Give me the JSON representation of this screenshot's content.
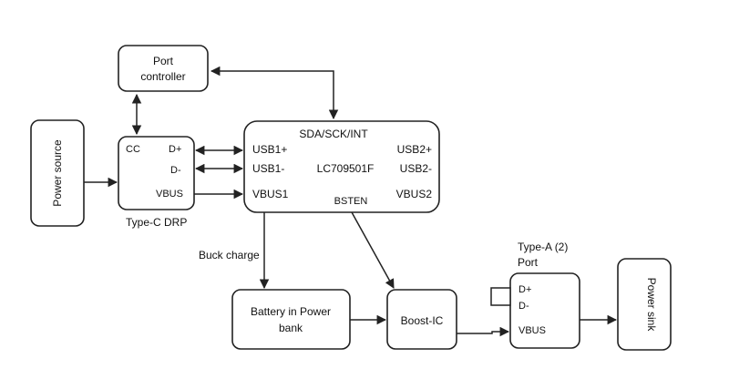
{
  "blocks": {
    "port_controller": {
      "line1": "Port",
      "line2": "controller"
    },
    "power_source": {
      "label": "Power source"
    },
    "type_c": {
      "cc": "CC",
      "dp": "D+",
      "dm": "D-",
      "vbus": "VBUS",
      "caption": "Type-C DRP"
    },
    "lc709501f": {
      "top": "SDA/SCK/INT",
      "name": "LC709501F",
      "usb1p": "USB1+",
      "usb1m": "USB1-",
      "vbus1": "VBUS1",
      "usb2p": "USB2+",
      "usb2m": "USB2-",
      "vbus2": "VBUS2",
      "bsten": "BSTEN"
    },
    "battery": {
      "line1": "Battery in Power",
      "line2": "bank"
    },
    "boost": {
      "label": "Boost-IC"
    },
    "type_a": {
      "caption1": "Type-A (2)",
      "caption2": "Port",
      "dp": "D+",
      "dm": "D-",
      "vbus": "VBUS"
    },
    "power_sink": {
      "label": "Power sink"
    }
  },
  "edges": {
    "buck_charge": "Buck charge"
  }
}
